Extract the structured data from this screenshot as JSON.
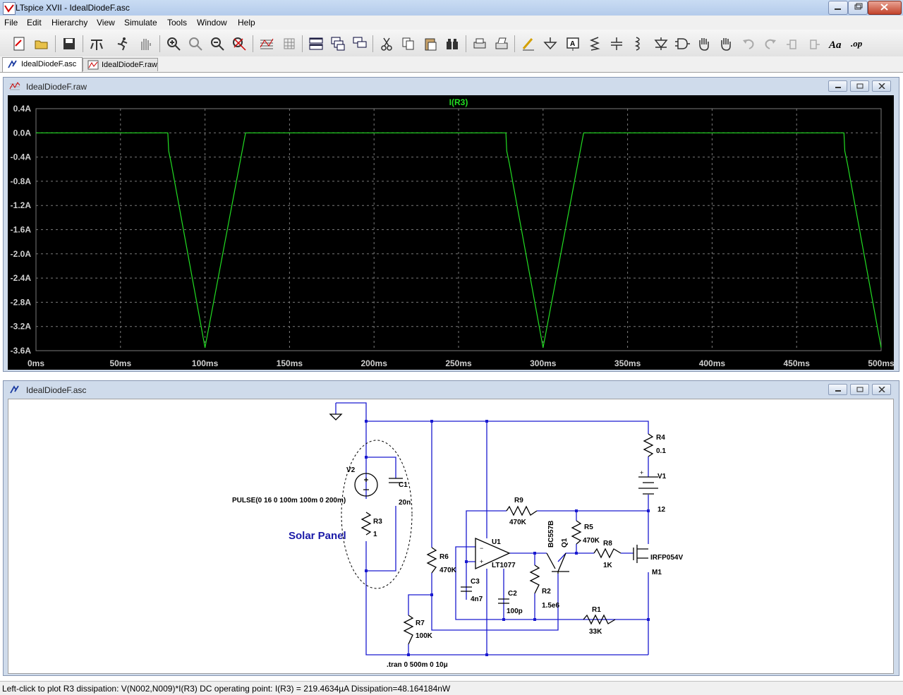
{
  "window": {
    "title": "LTspice XVII - IdealDiodeF.asc"
  },
  "menu": [
    "File",
    "Edit",
    "Hierarchy",
    "View",
    "Simulate",
    "Tools",
    "Window",
    "Help"
  ],
  "toolbar_icons": [
    "new-schematic-icon",
    "open-icon",
    "save-icon",
    "control-panel-icon",
    "run-icon",
    "halt-icon",
    "zoom-in-icon",
    "zoom-pan-icon",
    "zoom-out-icon",
    "zoom-fit-icon",
    "autorange-icon",
    "grid-icon",
    "tile-horizontal-icon",
    "cascade-icon",
    "tile-vertical-icon",
    "cut-icon",
    "copy-icon",
    "paste-icon",
    "find-icon",
    "print-icon",
    "print-setup-icon",
    "draw-wire-icon",
    "ground-icon",
    "label-net-icon",
    "resistor-icon",
    "capacitor-icon",
    "inductor-icon",
    "diode-icon",
    "component-icon",
    "move-icon",
    "drag-icon",
    "undo-icon",
    "redo-icon",
    "rotate-icon",
    "mirror-icon",
    "text-icon",
    "spice-directive-icon"
  ],
  "tabs": [
    {
      "label": "IdealDiodeF.asc",
      "icon": "schematic-icon"
    },
    {
      "label": "IdealDiodeF.raw",
      "icon": "waveform-icon"
    }
  ],
  "plot_window": {
    "title": "IdealDiodeF.raw"
  },
  "schematic_window": {
    "title": "IdealDiodeF.asc"
  },
  "colors": {
    "trace": "#22dd22",
    "grid": "#7a7a7a",
    "axis_text": "#d0d0d0",
    "wire": "#1a1ad0",
    "component": "#000000",
    "plot_bg": "#000000"
  },
  "chart_data": {
    "type": "line",
    "title": "I(R3)",
    "xlabel": "",
    "ylabel": "",
    "x_ticks": [
      "0ms",
      "50ms",
      "100ms",
      "150ms",
      "200ms",
      "250ms",
      "300ms",
      "350ms",
      "400ms",
      "450ms",
      "500ms"
    ],
    "y_ticks": [
      "0.4A",
      "0.0A",
      "-0.4A",
      "-0.8A",
      "-1.2A",
      "-1.6A",
      "-2.0A",
      "-2.4A",
      "-2.8A",
      "-3.2A",
      "-3.6A"
    ],
    "xlim": [
      0,
      500
    ],
    "ylim": [
      -3.6,
      0.4
    ],
    "grid": true,
    "series": [
      {
        "name": "I(R3)",
        "x": [
          0,
          78,
          78.5,
          80,
          100,
          124,
          200,
          278,
          278.5,
          280,
          300,
          324,
          400,
          478,
          478.5,
          480,
          500
        ],
        "y": [
          0,
          0,
          -0.3,
          -0.5,
          -3.55,
          0,
          0,
          0,
          -0.3,
          -0.5,
          -3.55,
          0,
          0,
          0,
          -0.3,
          -0.5,
          -3.55
        ]
      }
    ]
  },
  "schematic": {
    "labels": {
      "v2": "V2",
      "pulse": "PULSE(0 16 0 100m 100m 0 200m)",
      "c1": "C1",
      "c1_val": "20n",
      "r3": "R3",
      "r3_val": "1",
      "solar": "Solar Panel",
      "r6": "R6",
      "r6_val": "470K",
      "r7": "R7",
      "r7_val": "100K",
      "tran": ".tran 0 500m 0 10μ",
      "r9": "R9",
      "r9_val": "470K",
      "u1": "U1",
      "u1_val": "LT1077",
      "c3": "C3",
      "c3_val": "4n7",
      "c2": "C2",
      "c2_val": "100p",
      "r2": "R2",
      "r2_val": "1.5e6",
      "q1": "Q1",
      "q1_val": "BC557B",
      "r5": "R5",
      "r5_val": "470K",
      "r8": "R8",
      "r8_val": "1K",
      "m1": "M1",
      "m1_val": "IRFP054V",
      "r1": "R1",
      "r1_val": "33K",
      "r4": "R4",
      "r4_val": "0.1",
      "v1": "V1",
      "v1_val": "12"
    }
  },
  "status": "Left-click to plot R3 dissipation: V(N002,N009)*I(R3)  DC operating point: I(R3) = 219.4634µA  Dissipation=48.164184nW"
}
